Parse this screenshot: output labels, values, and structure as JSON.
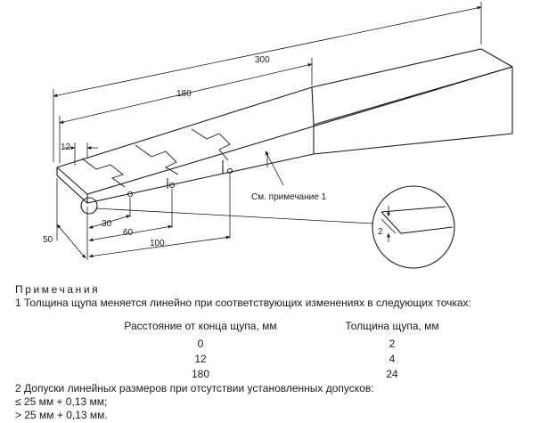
{
  "drawing": {
    "dimensions": {
      "overall_length": "300",
      "section_length": "180",
      "tip_offset": "12",
      "width": "50",
      "point_30": "30",
      "point_60": "60",
      "point_100": "100",
      "detail_thickness": "2"
    },
    "callout": "См. примечание 1"
  },
  "notes": {
    "heading": "Примечания",
    "note1": "1 Толщина щупа меняется линейно при соответствующих изменениях в следующих точках:",
    "table": {
      "col1_header": "Расстояние от конца щупа, мм",
      "col2_header": "Толщина щупа, мм",
      "rows": [
        {
          "distance": "0",
          "thickness": "2"
        },
        {
          "distance": "12",
          "thickness": "4"
        },
        {
          "distance": "180",
          "thickness": "24"
        }
      ]
    },
    "note2": "2 Допуски линейных размеров при отсутствии установленных допусков:",
    "note2_line1": "≤ 25 мм + 0,13 мм;",
    "note2_line2": "> 25 мм + 0,13 мм."
  }
}
